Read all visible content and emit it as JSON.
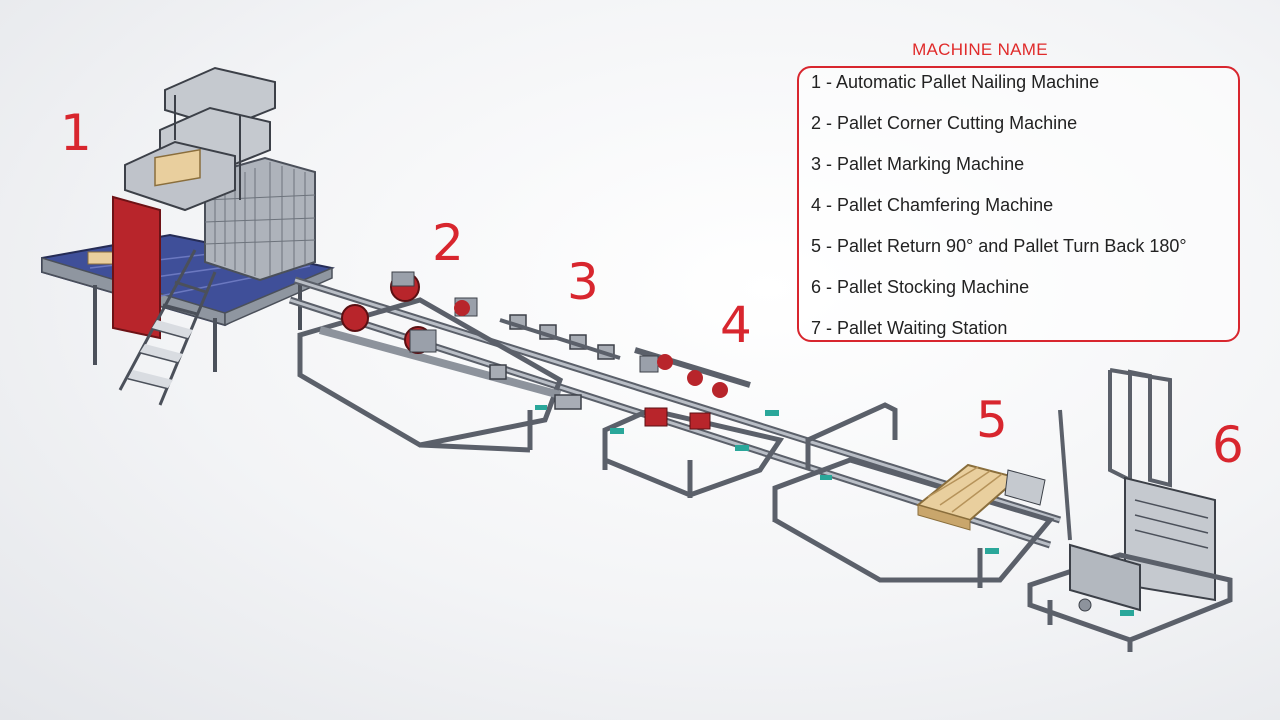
{
  "legend": {
    "title": "MACHINE NAME",
    "items": [
      "1 - Automatic Pallet Nailing Machine",
      "2 - Pallet Corner Cutting Machine",
      "3 - Pallet Marking Machine",
      "4 - Pallet Chamfering Machine",
      "5 - Pallet Return 90° and Pallet Turn Back 180°",
      "6 - Pallet Stocking Machine",
      "7 - Pallet Waiting Station"
    ]
  },
  "station_numbers": [
    "1",
    "2",
    "3",
    "4",
    "5",
    "6"
  ],
  "colors": {
    "label_red": "#d8262e",
    "frame_gray": "#9aa0aa",
    "frame_dark": "#4b505a",
    "table_blue": "#3f4f99",
    "machine_red": "#b8252b",
    "wood": "#e9cf9e",
    "accent_teal": "#2aa79a"
  }
}
